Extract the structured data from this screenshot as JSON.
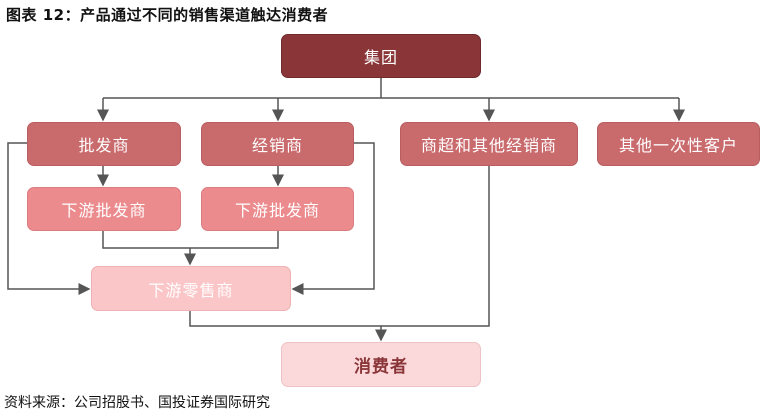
{
  "title": "图表 12：产品通过不同的销售渠道触达消费者",
  "source": "资料来源：公司招股书、国投证券国际研究",
  "nodes": {
    "group": "集团",
    "wholesaler": "批发商",
    "distributor": "经销商",
    "supermarket": "商超和其他经销商",
    "other_customers": "其他一次性客户",
    "downstream_wholesaler_1": "下游批发商",
    "downstream_wholesaler_2": "下游批发商",
    "downstream_retailer": "下游零售商",
    "consumer": "消费者"
  },
  "colors": {
    "dark": "#8a3538",
    "mid": "#c96a6d",
    "light": "#ec8b8e",
    "pale": "#fbc6c8",
    "palest": "#fbd9db",
    "line": "#555555"
  }
}
